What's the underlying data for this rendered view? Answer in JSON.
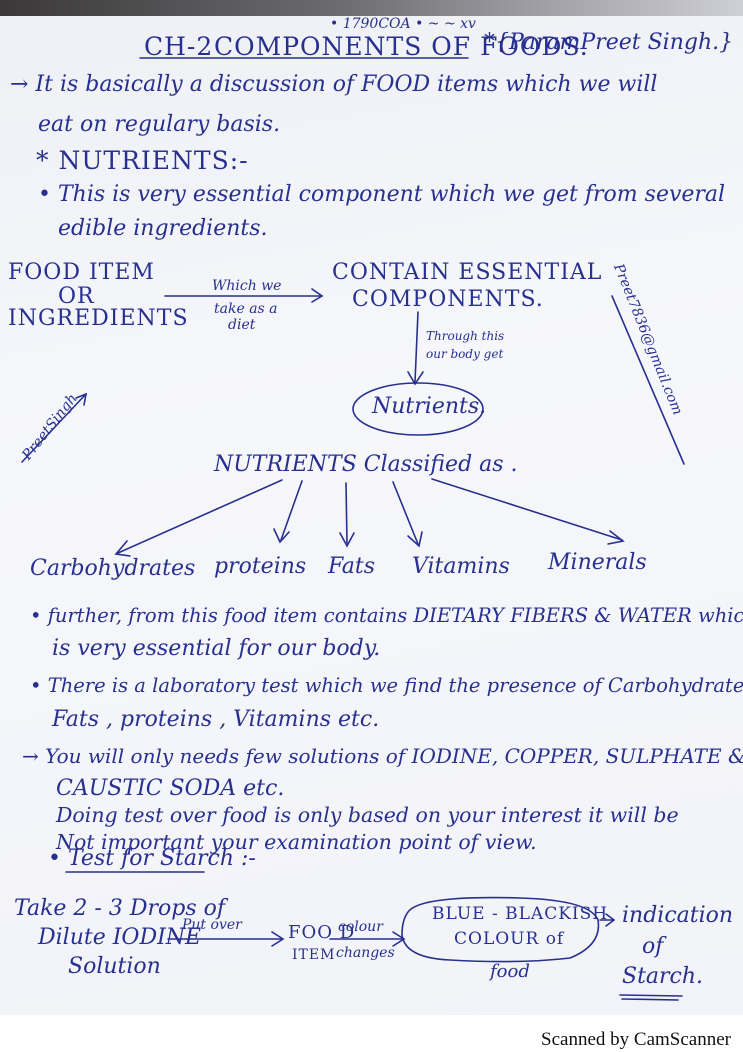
{
  "header": {
    "top_scribble": "• 1790COA • ~ ~ xv",
    "chapter": "CH-2",
    "title": "COMPONENTS OF FOODS.",
    "author": "*{ParamPreet Singh.}"
  },
  "intro": {
    "line1": "→  It is basically a discussion of FOOD items which we will",
    "line2": "eat on regulary basis."
  },
  "nutrients_heading": "* NUTRIENTS:-",
  "nutrients_desc": {
    "line1": "• This is very essential component which we get from several",
    "line2": "edible ingredients."
  },
  "flow1": {
    "left_line1": "FOOD ITEM",
    "left_line2": "OR",
    "left_line3": "INGREDIENTS",
    "arrow_top": "Which we",
    "arrow_bottom1": "take as a",
    "arrow_bottom2": "diet",
    "right_line1": "CONTAIN ESSENTIAL",
    "right_line2": "COMPONENTS.",
    "down_label1": "Through this",
    "down_label2": "our body get",
    "result": "Nutrients."
  },
  "margin_notes": {
    "left": "PreetSingh",
    "right": "Preet7836@gmail.com"
  },
  "classification": {
    "heading": "NUTRIENTS Classified as .",
    "items": [
      "Carbohydrates",
      "proteins",
      "Fats",
      "Vitamins",
      "Minerals"
    ]
  },
  "notes": {
    "line1": "• further, from this food item contains DIETARY FIBERS & WATER which",
    "line2": "is very essential for our body.",
    "line3": "• There is a laboratory test which we find the presence of Carbohydrates,",
    "line4": "Fats , proteins , Vitamins etc.",
    "line5": "→ You will only needs few solutions of IODINE, COPPER, SULPHATE &",
    "line6": "CAUSTIC SODA etc.",
    "line7": "Doing test over food is only based on your interest it will be",
    "line8": "Not important your examination point of view."
  },
  "starch_test": {
    "heading": "• Test for Starch :-",
    "left_line1": "Take 2 - 3 Drops of",
    "left_line2": "Dilute IODINE",
    "left_line3": "Solution",
    "arrow1": "Put over",
    "food_line1": "FOO D",
    "food_line2": "ITEM",
    "arrow2_top": "colour",
    "arrow2_bottom": "changes",
    "result_line1": "BLUE - BLACKISH",
    "result_line2": "COLOUR of",
    "result_line3": "food",
    "end_line1": "indication",
    "end_line2": "of",
    "end_line3": "Starch."
  },
  "footer": "Scanned by CamScanner"
}
